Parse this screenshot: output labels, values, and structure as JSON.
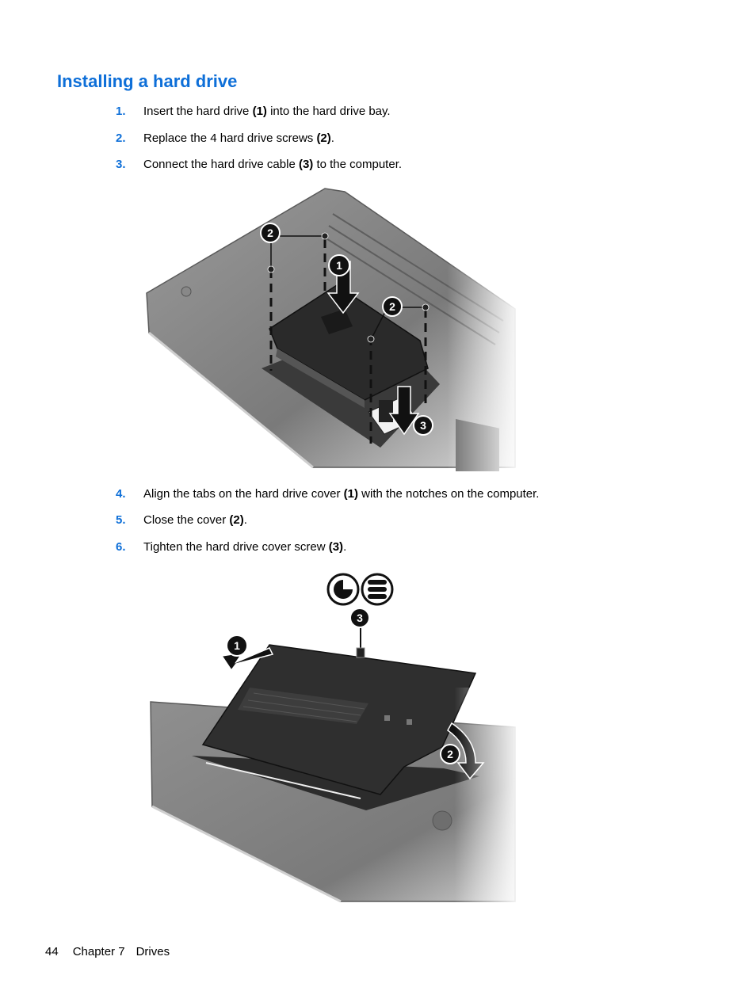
{
  "heading": "Installing a hard drive",
  "steps_a": [
    {
      "num": "1.",
      "pre": "Insert the hard drive ",
      "bold": "(1)",
      "post": " into the hard drive bay."
    },
    {
      "num": "2.",
      "pre": "Replace the 4 hard drive screws ",
      "bold": "(2)",
      "post": "."
    },
    {
      "num": "3.",
      "pre": "Connect the hard drive cable ",
      "bold": "(3)",
      "post": " to the computer."
    }
  ],
  "steps_b": [
    {
      "num": "4.",
      "pre": "Align the tabs on the hard drive cover ",
      "bold": "(1)",
      "post": " with the notches on the computer."
    },
    {
      "num": "5.",
      "pre": "Close the cover ",
      "bold": "(2)",
      "post": "."
    },
    {
      "num": "6.",
      "pre": "Tighten the hard drive cover screw ",
      "bold": "(3)",
      "post": "."
    }
  ],
  "figure1": {
    "callouts": [
      "2",
      "1",
      "2",
      "3"
    ]
  },
  "figure2": {
    "callouts": [
      "3",
      "1",
      "2"
    ]
  },
  "footer": {
    "page": "44",
    "chapter": "Chapter 7",
    "section": "Drives"
  }
}
